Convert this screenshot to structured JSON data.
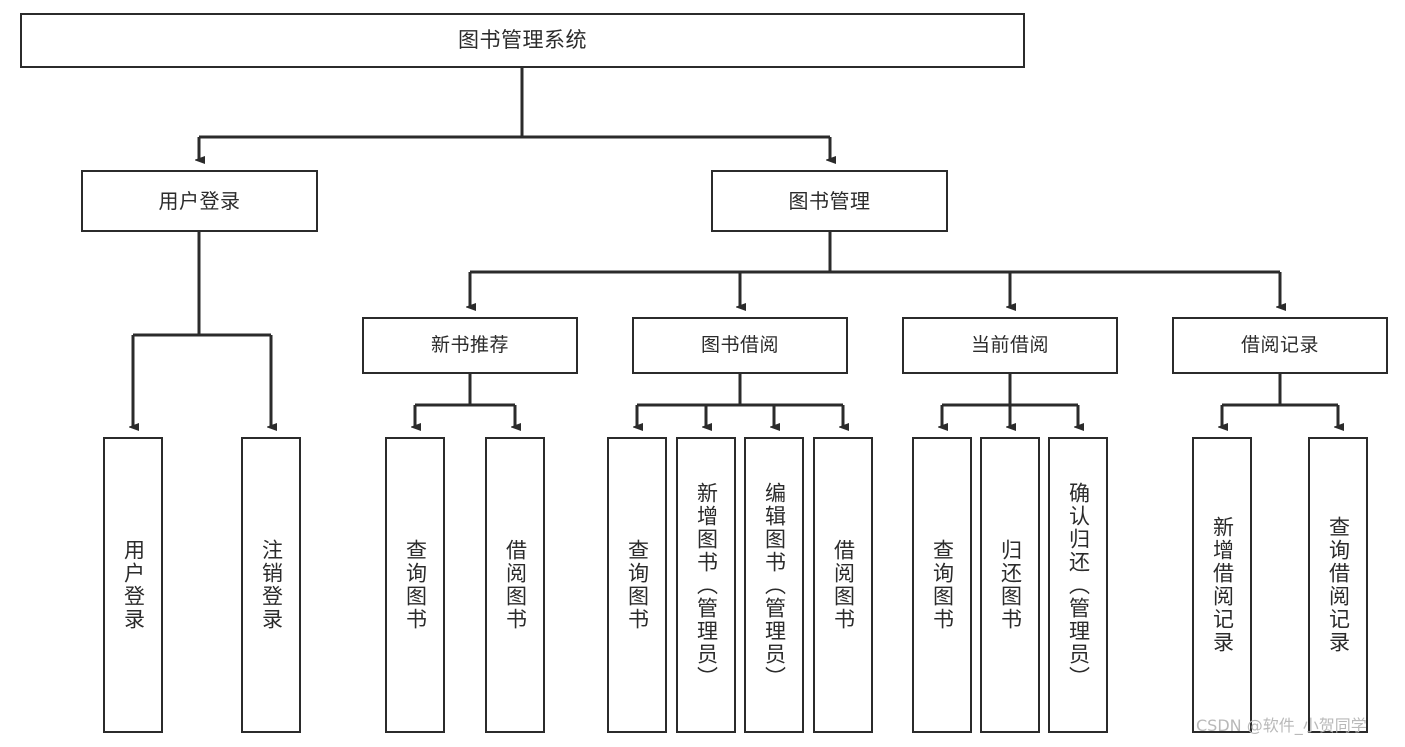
{
  "diagram": {
    "title": "图书管理系统",
    "type": "tree-structure-chart",
    "root": {
      "label": "图书管理系统"
    },
    "level1": [
      {
        "label": "用户登录"
      },
      {
        "label": "图书管理"
      }
    ],
    "level2": [
      {
        "label": "新书推荐"
      },
      {
        "label": "图书借阅"
      },
      {
        "label": "当前借阅"
      },
      {
        "label": "借阅记录"
      }
    ],
    "leaves": {
      "user_login": [
        {
          "label": "用户登录"
        },
        {
          "label": "注销登录"
        }
      ],
      "new_book_recommend": [
        {
          "label": "查询图书"
        },
        {
          "label": "借阅图书"
        }
      ],
      "book_borrow": [
        {
          "label": "查询图书"
        },
        {
          "label": "新增图书（管理员）"
        },
        {
          "label": "编辑图书（管理员）"
        },
        {
          "label": "借阅图书"
        }
      ],
      "current_borrow": [
        {
          "label": "查询图书"
        },
        {
          "label": "归还图书"
        },
        {
          "label": "确认归还（管理员）"
        }
      ],
      "borrow_record": [
        {
          "label": "新增借阅记录"
        },
        {
          "label": "查询借阅记录"
        }
      ]
    }
  },
  "watermark": {
    "text": "CSDN @软件_小贺同学"
  },
  "colors": {
    "stroke": "#2b2b2b",
    "fill": "#ffffff",
    "watermark": "#b9b9b9"
  }
}
